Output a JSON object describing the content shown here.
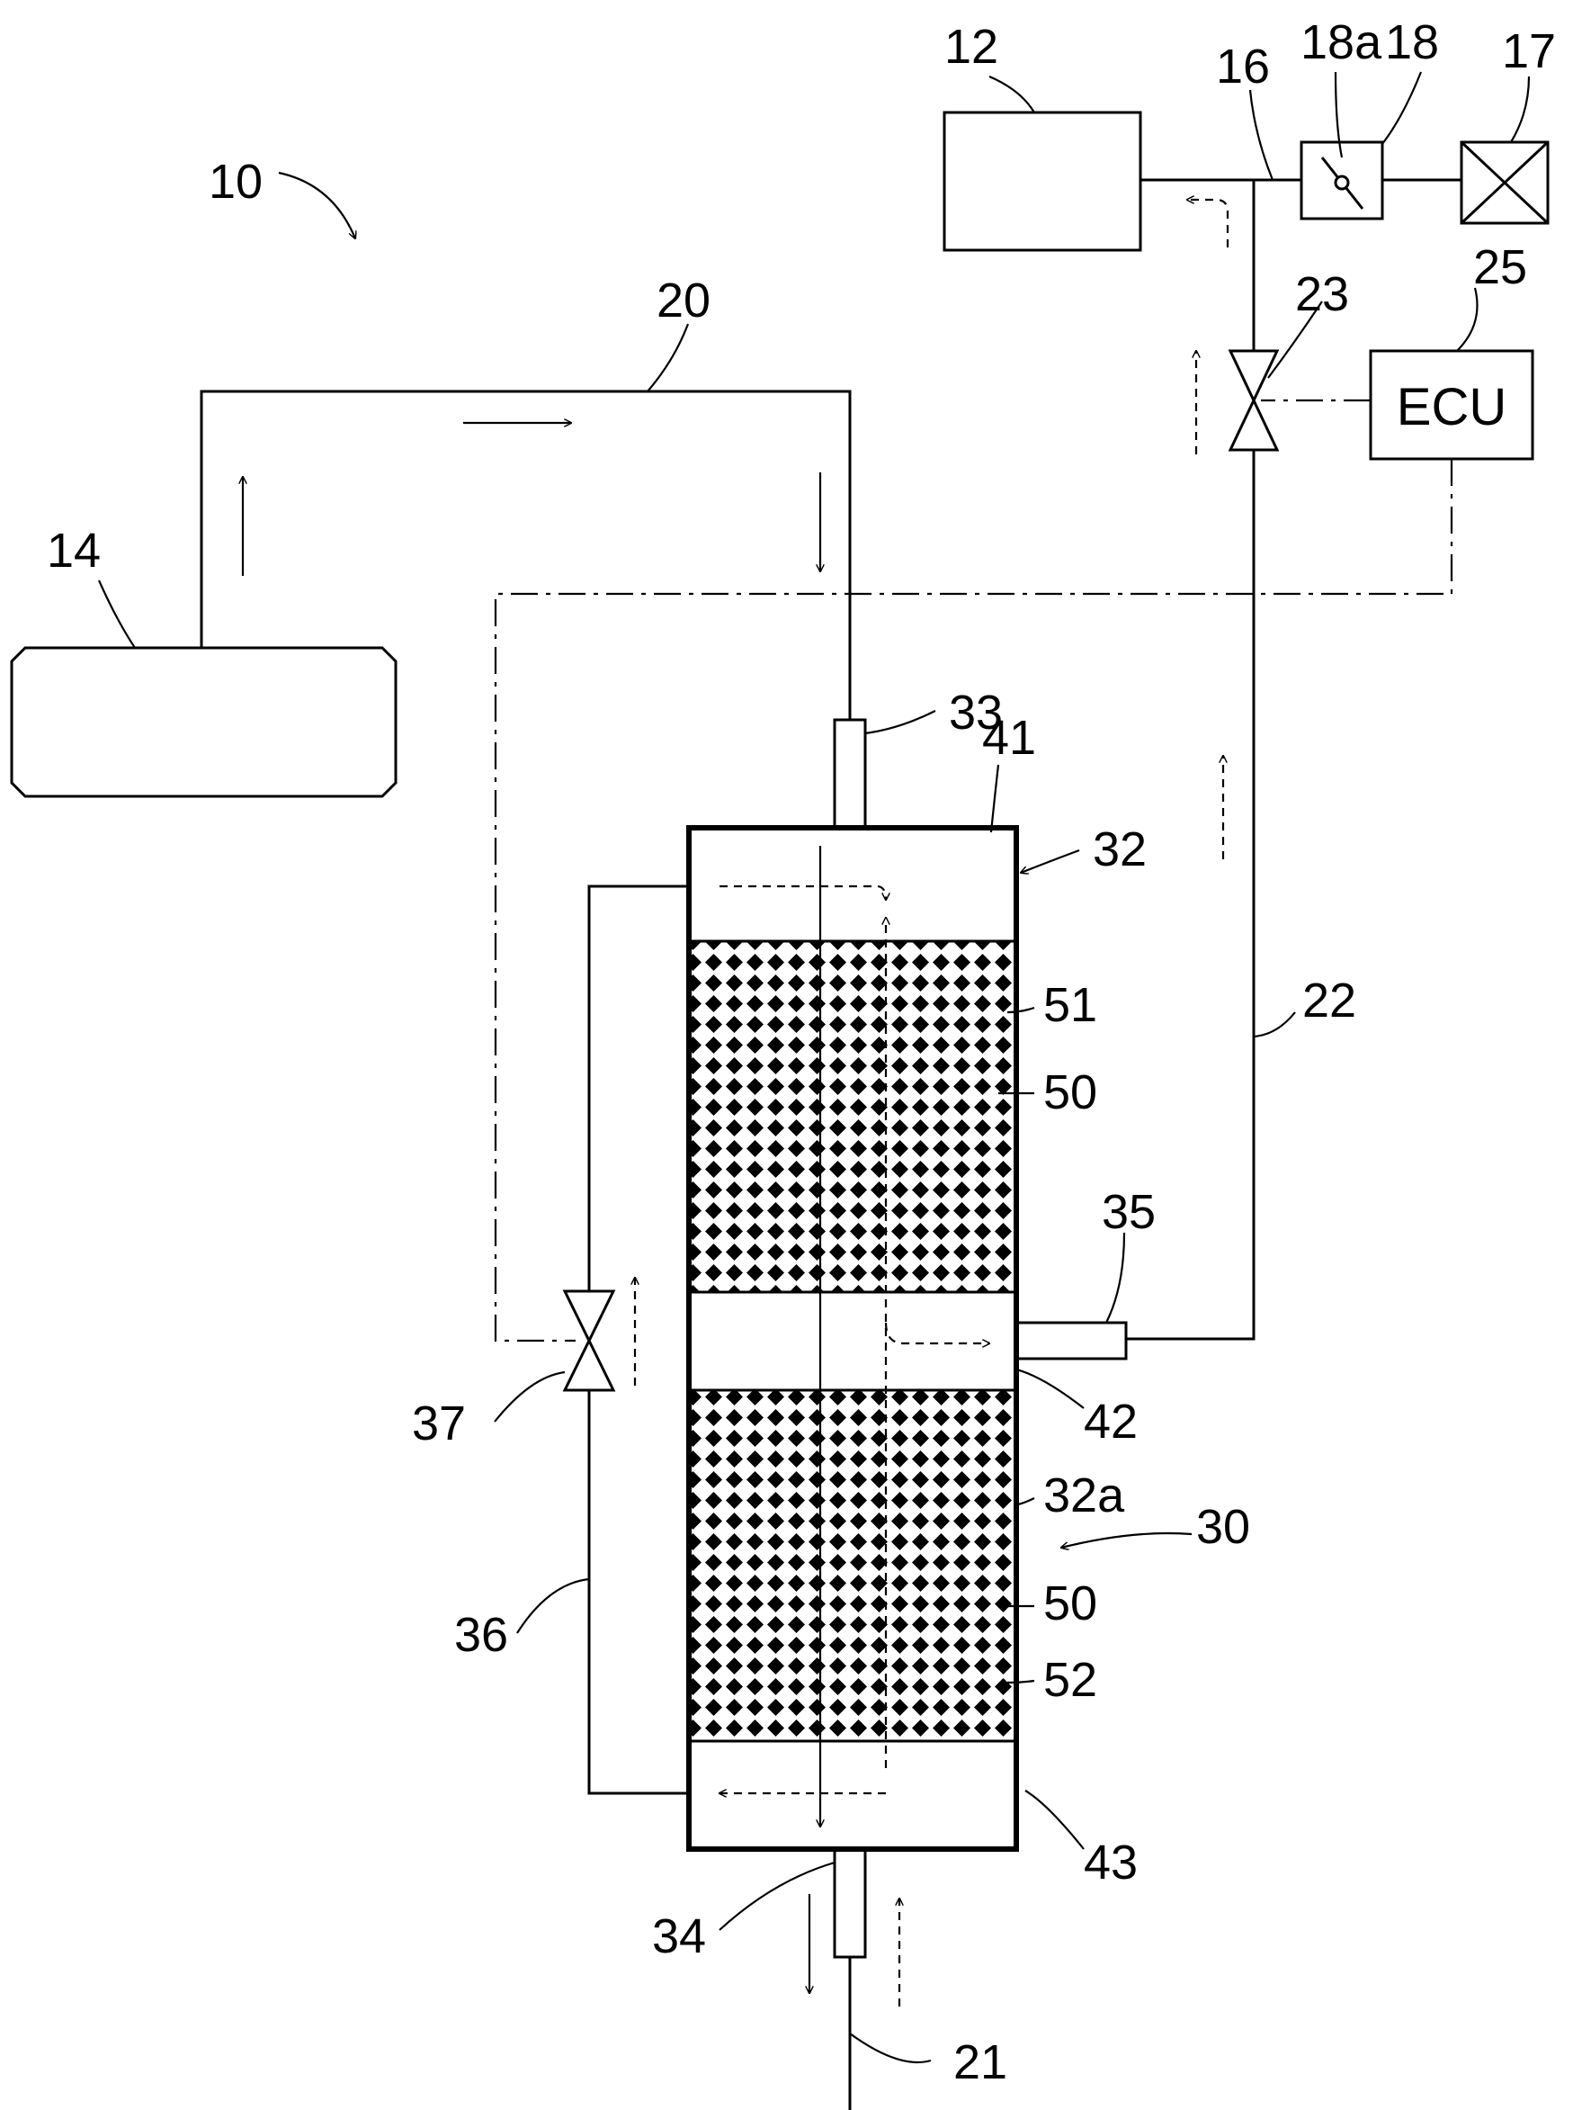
{
  "labels": {
    "l10": "10",
    "l12": "12",
    "l14": "14",
    "l16": "16",
    "l17": "17",
    "l18a": "18a",
    "l18": "18",
    "l20": "20",
    "l21": "21",
    "l22": "22",
    "l23": "23",
    "l25": "25",
    "l30": "30",
    "l32": "32",
    "l32a": "32a",
    "l33": "33",
    "l34": "34",
    "l35": "35",
    "l36": "36",
    "l37": "37",
    "l41": "41",
    "l42": "42",
    "l43": "43",
    "l50a": "50",
    "l50b": "50",
    "l51": "51",
    "l52": "52"
  },
  "ecu_label": "ECU",
  "colors": {
    "line": "#000000",
    "background": "#ffffff"
  }
}
